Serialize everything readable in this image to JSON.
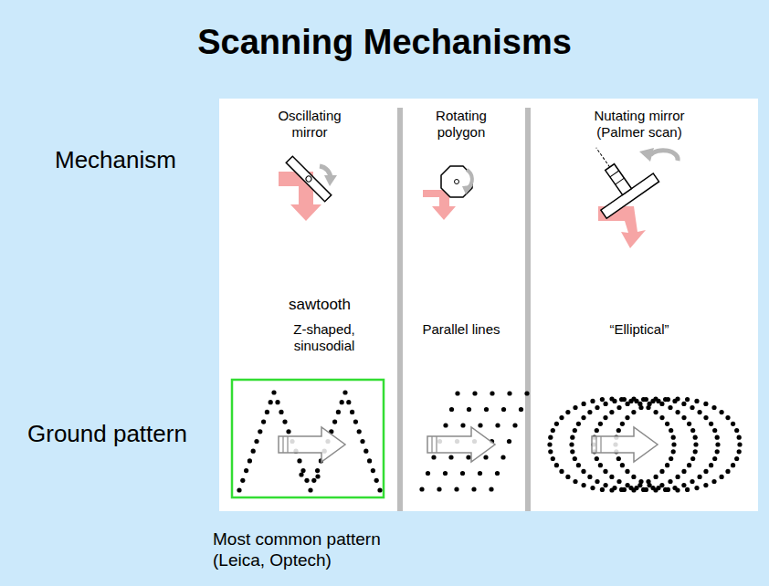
{
  "diagram": {
    "title": "Scanning Mechanisms",
    "caption": "Most common pattern (Leica, Optech)",
    "labels": [
      "Mechanism",
      "Oscillating mirror",
      "Rotating polygon",
      "Nutating mirror (Palmer scan)",
      "sawtooth",
      "Z-shaped, sinusodial",
      "Parallel lines",
      "“Elliptical”",
      "Ground pattern"
    ]
  }
}
